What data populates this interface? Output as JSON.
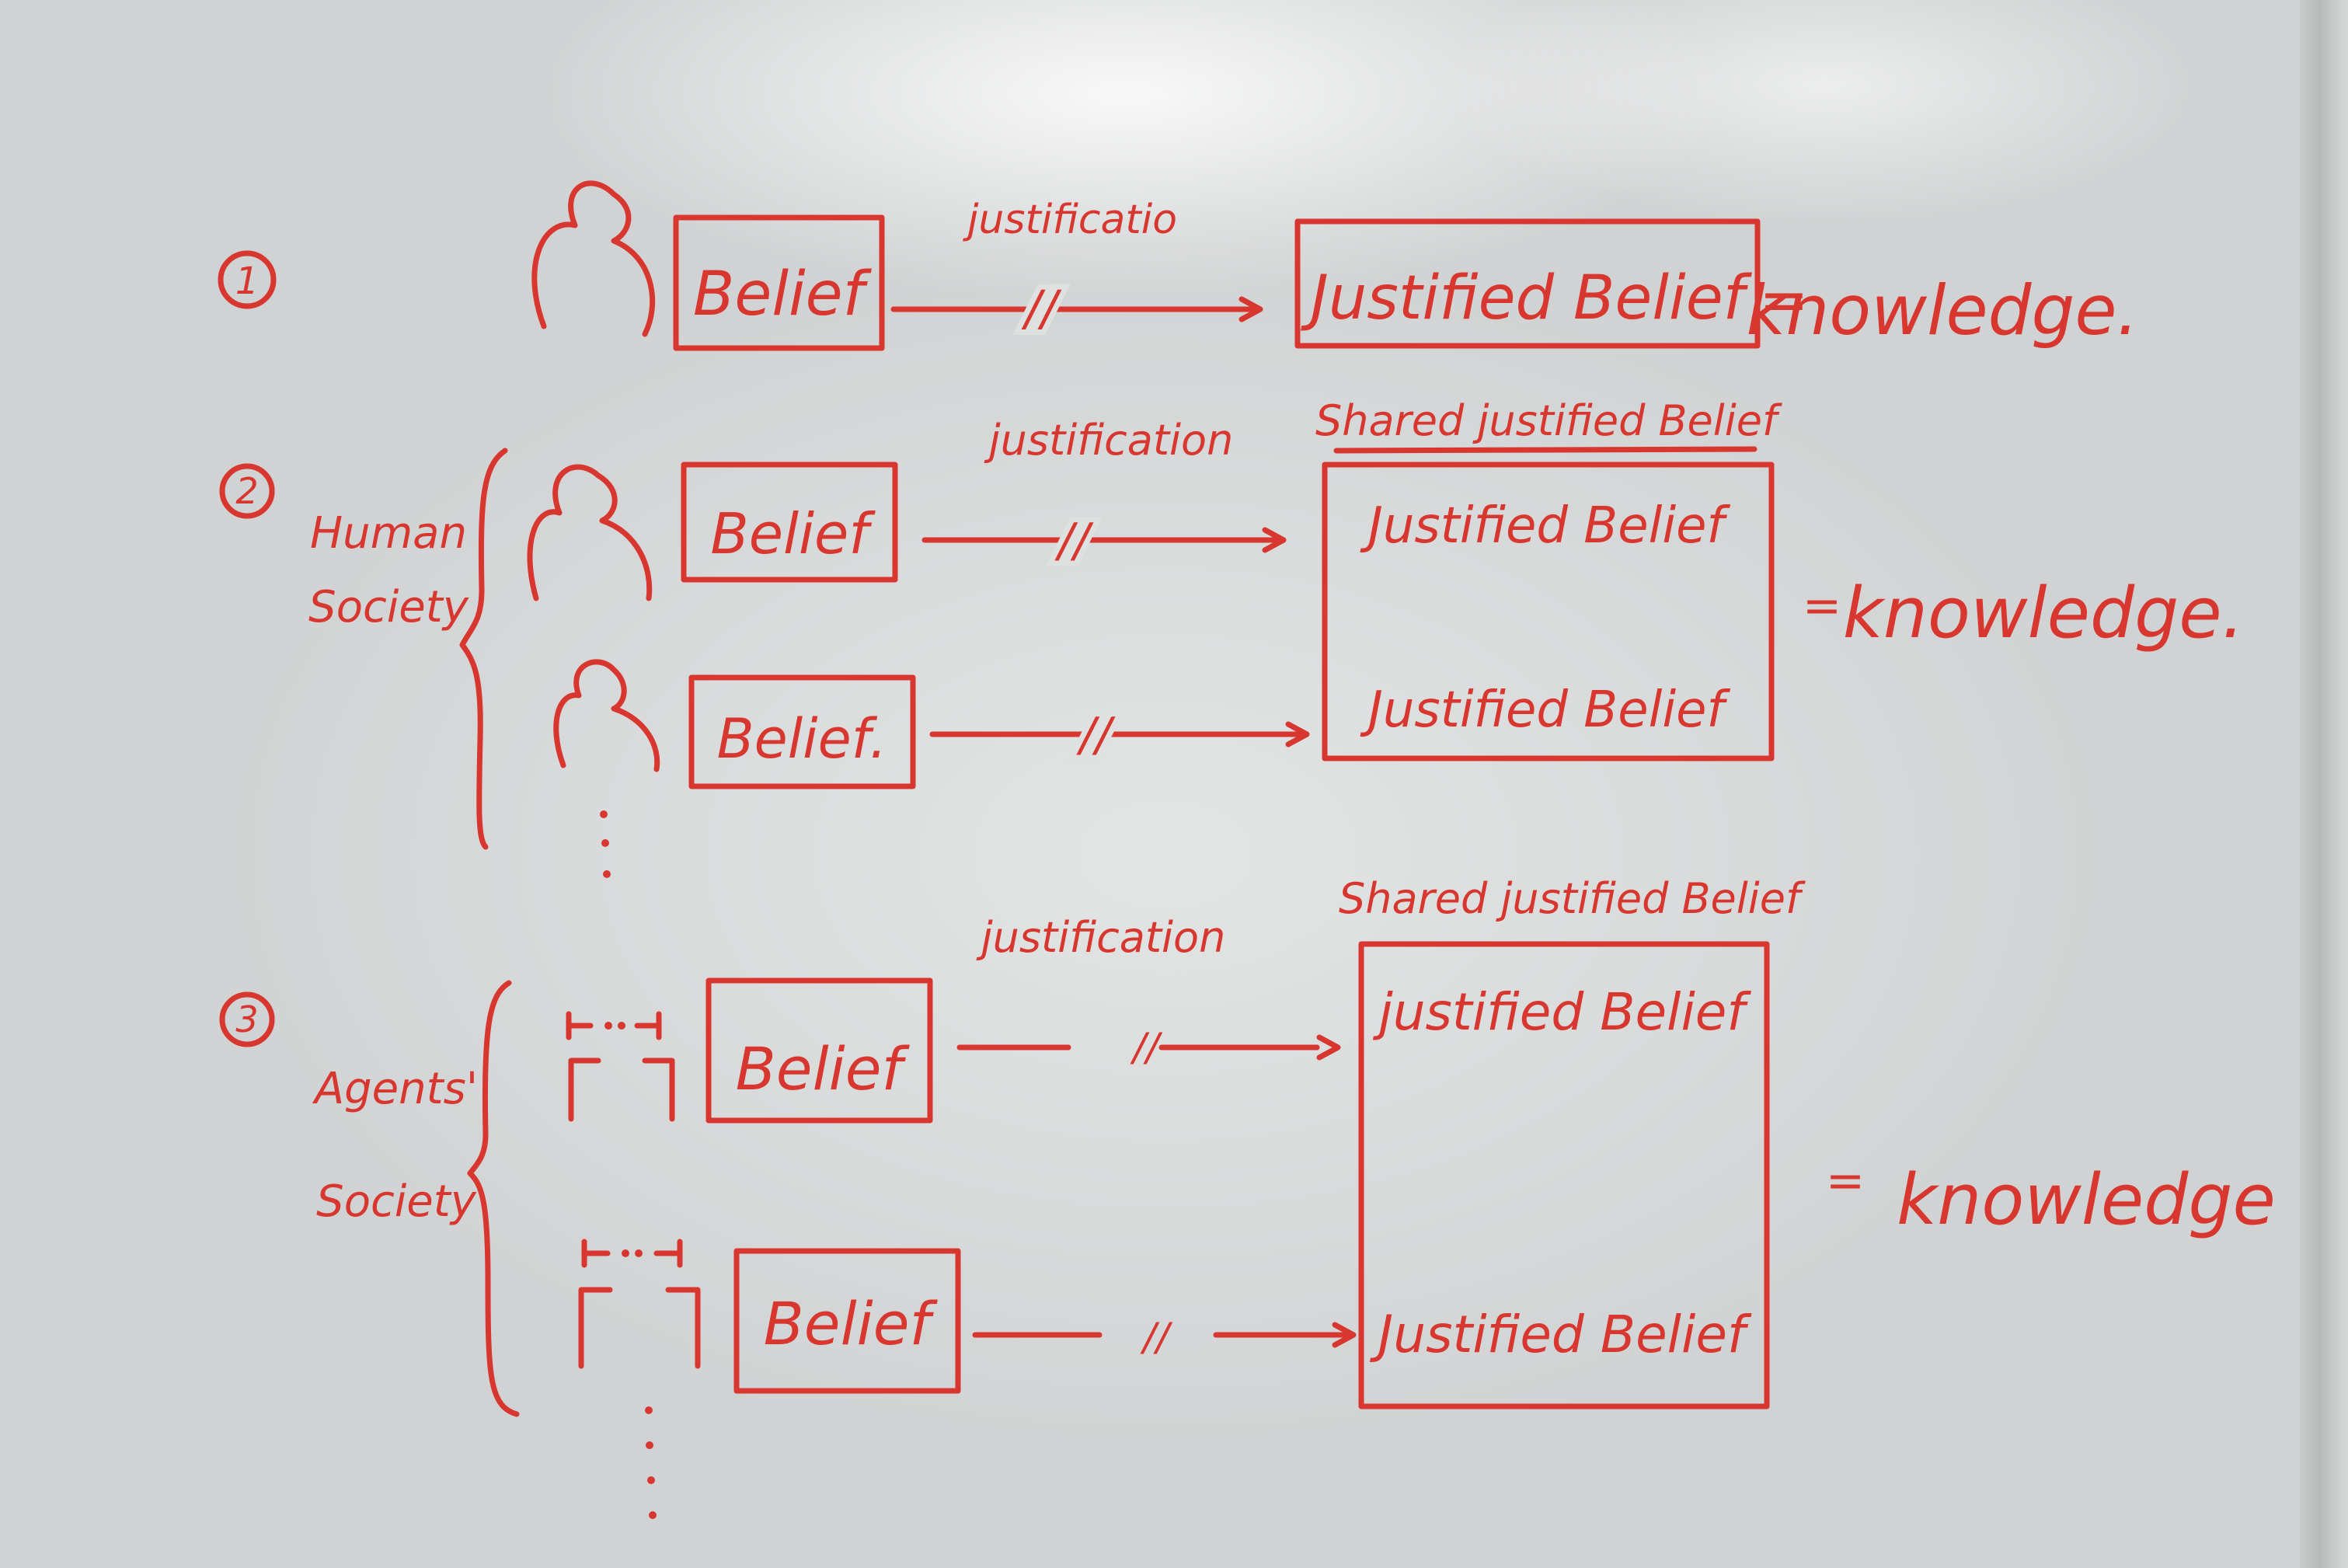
{
  "ink_color": "#d7372f",
  "board_color": "#dcdedf",
  "rows": {
    "one": {
      "num": "1",
      "label": "justificatio",
      "belief": "Belief",
      "arrow_mark": "//",
      "justified": "Justified Belief",
      "eq": "=",
      "result": "knowledge."
    },
    "two": {
      "num": "2",
      "group_line1": "Human",
      "group_line2": "Society",
      "label": "justification",
      "shared": "Shared justified Belief",
      "belief_a": "Belief",
      "belief_b": "Belief.",
      "arrow_mark": "//",
      "justified_a": "Justified Belief",
      "justified_b": "Justified Belief",
      "eq": "=",
      "result": "knowledge."
    },
    "three": {
      "num": "3",
      "group_line1": "Agents'",
      "group_line2": "Society",
      "label": "justification",
      "shared": "Shared justified Belief",
      "belief_a": "Belief",
      "belief_b": "Belief",
      "arrow_mark": "//",
      "justified_a": "justified Belief",
      "justified_b": "Justified Belief",
      "eq": "=",
      "result": "knowledge"
    }
  }
}
